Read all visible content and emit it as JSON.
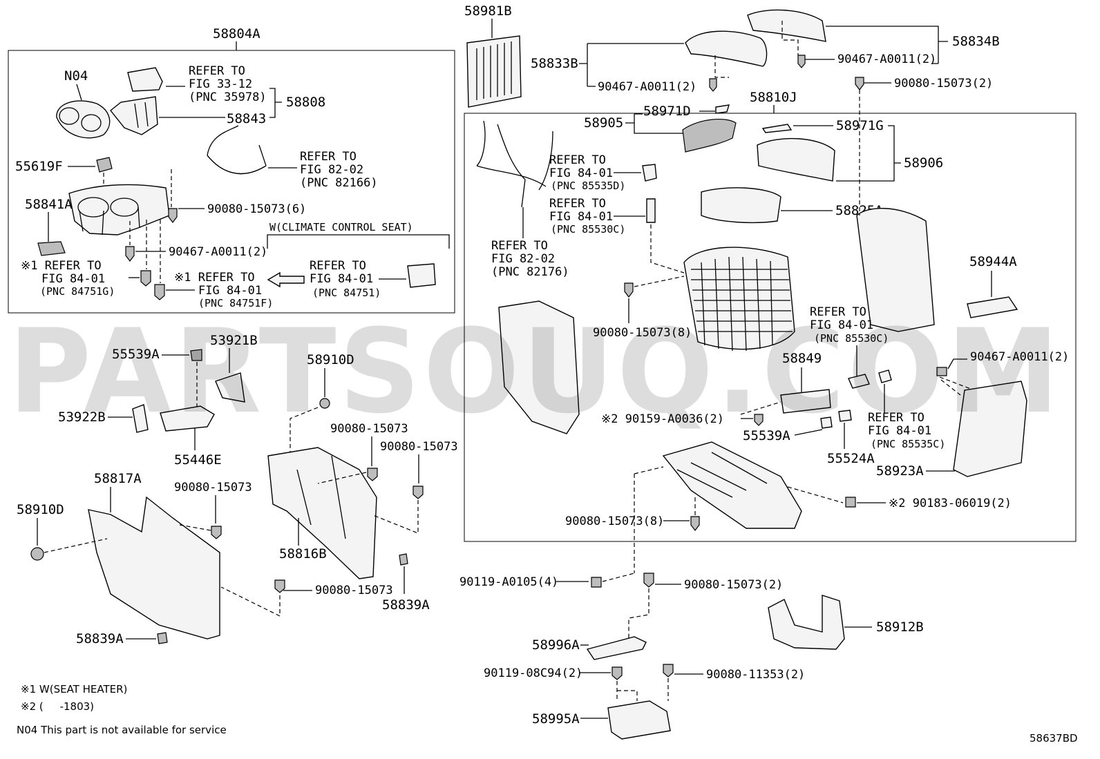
{
  "watermark": "PARTSOUQ.COM",
  "figure_code": "58637BD",
  "notes": {
    "n1": "※1 W(SEAT HEATER)",
    "n2": "※2 (     -1803)",
    "n04": "N04 This part is not available for service"
  },
  "boxes": {
    "left_title": "58804A",
    "right_title": "58810J",
    "climate": "W(CLIMATE CONTROL SEAT)"
  },
  "labels": {
    "p58981B": "58981B",
    "p58833B": "58833B",
    "p90467_a": "90467-A0011(2)",
    "p58834B": "58834B",
    "p90467_b": "90467-A0011(2)",
    "p90080_top": "90080-15073(2)",
    "pN04": "N04",
    "ref_33_12_a": "REFER TO",
    "ref_33_12_b": "FIG 33-12",
    "ref_33_12_c": "(PNC 35978)",
    "p58808": "58808",
    "p58843": "58843",
    "ref_82_02a_a": "REFER TO",
    "ref_82_02a_b": "FIG 82-02",
    "ref_82_02a_c": "(PNC 82166)",
    "p55619F": "55619F",
    "p58841A": "58841A",
    "p90080_6": "90080-15073(6)",
    "p90467_c": "90467-A0011(2)",
    "ref_g_a": "※1 REFER TO",
    "ref_g_b": "FIG 84-01",
    "ref_g_c": "(PNC 84751G)",
    "ref_f_a": "※1 REFER TO",
    "ref_f_b": "FIG 84-01",
    "ref_f_c": "(PNC 84751F)",
    "ref_751_a": "REFER TO",
    "ref_751_b": "FIG 84-01",
    "ref_751_c": "(PNC 84751)",
    "p58905": "58905",
    "p58971D": "58971D",
    "p58971G": "58971G",
    "p58906": "58906",
    "ref_d_a": "REFER TO",
    "ref_d_b": "FIG 84-01",
    "ref_d_c": "(PNC 85535D)",
    "ref_c1_a": "REFER TO",
    "ref_c1_b": "FIG 84-01",
    "ref_c1_c": "(PNC 85530C)",
    "ref_82176_a": "REFER TO",
    "ref_82176_b": "FIG 82-02",
    "ref_82176_c": "(PNC 82176)",
    "p58825A": "58825A",
    "p58944A": "58944A",
    "p90080_8a": "90080-15073(8)",
    "ref_c2_a": "REFER TO",
    "ref_c2_b": "FIG 84-01",
    "ref_c2_c": "(PNC 85530C)",
    "p58849": "58849",
    "p90467_d": "90467-A0011(2)",
    "p90159": "※2 90159-A0036(2)",
    "p55539A_r": "55539A",
    "p55524A": "55524A",
    "ref_c3_a": "REFER TO",
    "ref_c3_b": "FIG 84-01",
    "ref_c3_c": "(PNC 85535C)",
    "p58923A": "58923A",
    "p90183": "※2 90183-06019(2)",
    "p90080_8b": "90080-15073(8)",
    "p55539A_l": "55539A",
    "p53921B": "53921B",
    "p58910D_a": "58910D",
    "p53922B": "53922B",
    "p55446E": "55446E",
    "p90080_m1": "90080-15073",
    "p90080_m2": "90080-15073",
    "p58817A": "58817A",
    "p90080_m3": "90080-15073",
    "p58910D_b": "58910D",
    "p58816B": "58816B",
    "p90080_m4": "90080-15073",
    "p58839A_r": "58839A",
    "p58839A_l": "58839A",
    "p90119_a": "90119-A0105(4)",
    "p90080_2b": "90080-15073(2)",
    "p58912B": "58912B",
    "p58996A": "58996A",
    "p90119_b": "90119-08C94(2)",
    "p90080_11353": "90080-11353(2)",
    "p58995A": "58995A"
  }
}
